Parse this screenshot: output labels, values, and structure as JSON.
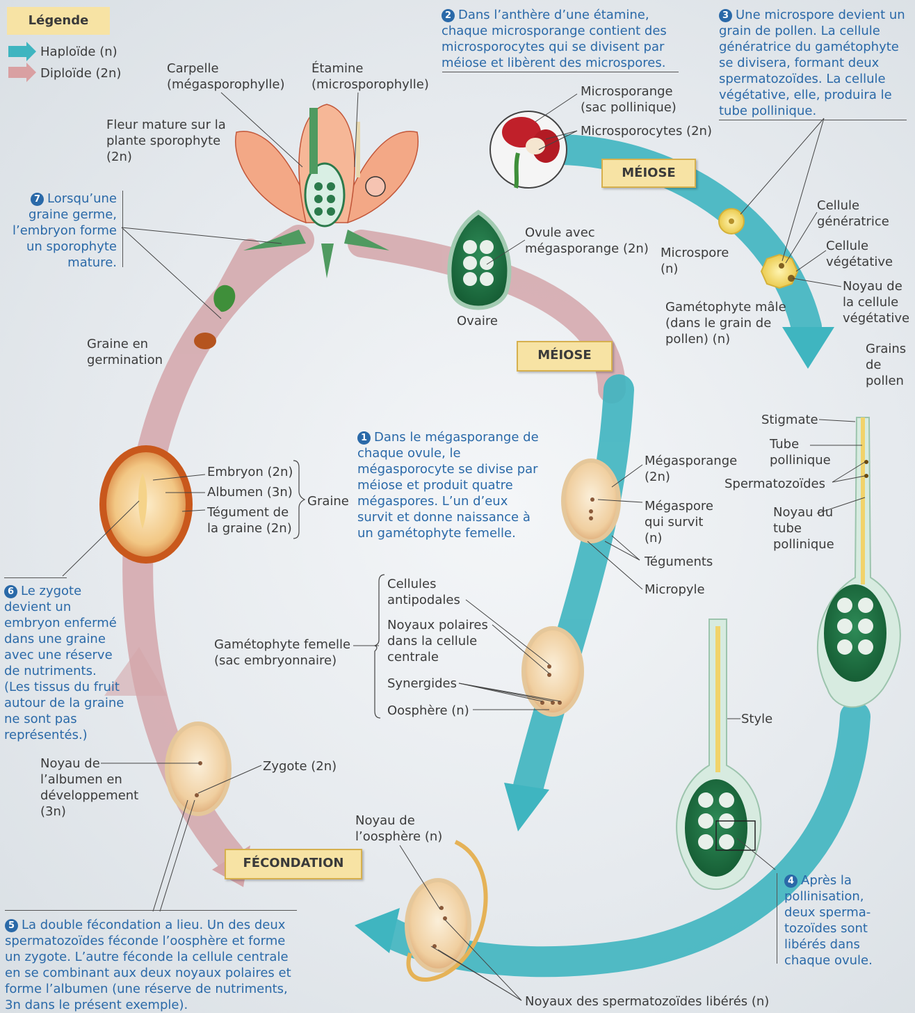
{
  "legend": {
    "title": "Légende",
    "haploid": "Haploïde (n)",
    "diploid": "Diploïde (2n)",
    "haploid_color": "#3fb5c0",
    "diploid_color": "#d9a0a2"
  },
  "phases": {
    "meiose_1": "MÉIOSE",
    "meiose_2": "MÉIOSE",
    "fecondation": "FÉCONDATION"
  },
  "steps": {
    "s1": {
      "num": "1",
      "text": "Dans le mégasporange de chaque ovule, le mégasporocyte se divise par méiose et produit quatre mégaspores. L’un d’eux survit et donne naissance à un gamétophyte femelle."
    },
    "s2": {
      "num": "2",
      "text": "Dans l’anthère d’une étamine, chaque microsporange contient des microsporocytes qui se divisent par méiose et libèrent des microspores."
    },
    "s3": {
      "num": "3",
      "text": "Une microspore devient un grain de pollen. La cellule génératrice du gamétophyte se divisera, formant deux spermatozoïdes. La cellule végétative, elle, produira le tube pollinique."
    },
    "s4": {
      "num": "4",
      "text": "Après la pollinisation, deux sperma-tozoïdes sont libérés dans chaque ovule."
    },
    "s5": {
      "num": "5",
      "text": "La double fécondation a lieu. Un des deux spermatozoïdes féconde l’oosphère et forme un zygote. L’autre féconde la cellule centrale en se combinant aux deux noyaux polaires et forme l’albumen (une réserve de nutriments, 3n dans le présent exemple)."
    },
    "s6": {
      "num": "6",
      "text": "Le zygote devient un embryon enfermé dans une graine avec une réserve de nutriments. (Les tissus du fruit autour de la graine ne sont pas représentés.)"
    },
    "s7": {
      "num": "7",
      "text": "Lorsqu’une graine germe, l’embryon forme un sporophyte mature."
    }
  },
  "labels": {
    "carpelle": "Carpelle (mégasporophylle)",
    "etamine": "Étamine (microsporophylle)",
    "fleur": "Fleur mature sur la plante sporophyte (2n)",
    "microsporange": "Microsporange (sac pollinique)",
    "microsporocytes": "Microsporocytes (2n)",
    "ovule": "Ovule avec mégasporange (2n)",
    "ovaire": "Ovaire",
    "microspore": "Microspore (n)",
    "cellule_generatrice": "Cellule génératrice",
    "cellule_vegetative": "Cellule végétative",
    "noyau_vegetative": "Noyau de la cellule végétative",
    "gametophyte_male": "Gamétophyte mâle (dans le grain de pollen) (n)",
    "grains_pollen": "Grains de pollen",
    "stigmate": "Stigmate",
    "tube_pollinique": "Tube pollinique",
    "spermatozoides": "Spermatozoïdes",
    "noyau_tube": "Noyau du tube pollinique",
    "megasporange": "Mégasporange (2n)",
    "megaspore": "Mégaspore qui survit (n)",
    "teguments": "Téguments",
    "micropyle": "Micropyle",
    "graine_germination": "Graine en germination",
    "embryon": "Embryon (2n)",
    "albumen": "Albumen (3n)",
    "tegument_graine": "Tégument de la graine (2n)",
    "graine": "Graine",
    "cellules_antipodales": "Cellules antipodales",
    "noyaux_polaires": "Noyaux polaires dans la cellule centrale",
    "synergides": "Synergides",
    "oosphere": "Oosphère (n)",
    "gametophyte_femelle": "Gamétophyte femelle (sac embryonnaire)",
    "style": "Style",
    "noyau_albumen": "Noyau de l’albumen en développement (3n)",
    "zygote": "Zygote (2n)",
    "noyau_oosphere": "Noyau de l’oosphère (n)",
    "noyaux_sperm": "Noyaux des spermatozoïdes libérés (n)"
  }
}
